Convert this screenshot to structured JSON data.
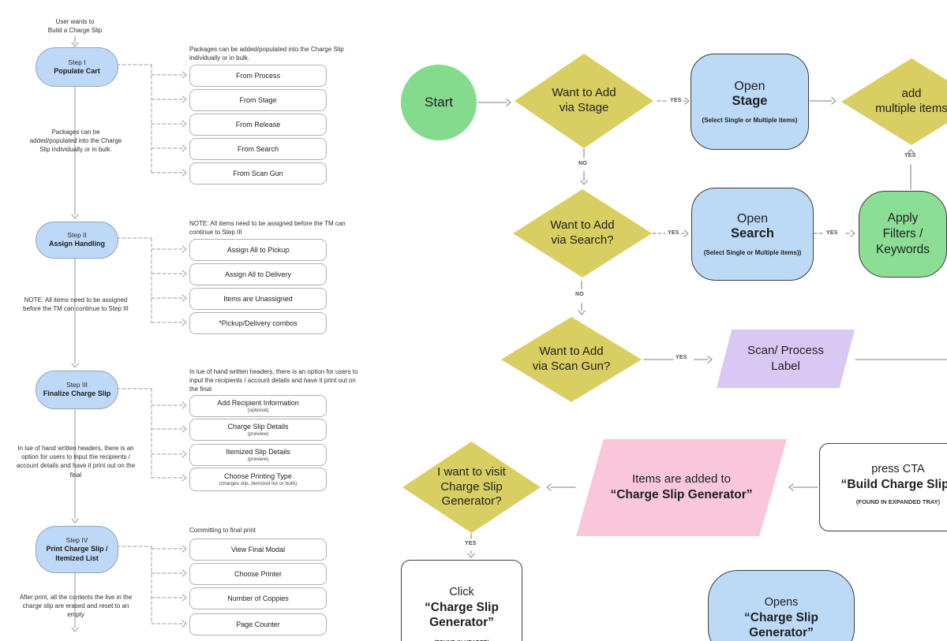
{
  "colors": {
    "light_blue": "#bed9f7",
    "flow_blue": "#bcd9f6",
    "green": "#84db8d",
    "apply_green": "#8bde94",
    "yellow": "#d9ce62",
    "purple": "#d9c8f3",
    "pink": "#f9c6da",
    "wire": "#9a9a9a"
  },
  "left": {
    "intro": {
      "line1": "User wants to",
      "line2": "Build a Charge Slip"
    },
    "steps": [
      {
        "title": "Step I",
        "name": "Populate Cart",
        "name2": "",
        "header_note": "Packages can be added/populated into the Charge Slip individually or in bulk.",
        "side_note": "Packages can be added/populated into the Charge Slip individually or in bulk.",
        "boxes": [
          {
            "label": "From Process",
            "sub": ""
          },
          {
            "label": "From Stage",
            "sub": ""
          },
          {
            "label": "From Release",
            "sub": ""
          },
          {
            "label": "From Search",
            "sub": ""
          },
          {
            "label": "From Scan Gun",
            "sub": ""
          }
        ]
      },
      {
        "title": "Step II",
        "name": "Assign Handling",
        "name2": "",
        "header_note": "NOTE:  All items need to be assigned  before the TM can continue to Step III",
        "side_note": "NOTE:  All items need to be assigned before the TM can continue to Step III",
        "boxes": [
          {
            "label": "Assign All to Pickup",
            "sub": ""
          },
          {
            "label": "Assign All to Delivery",
            "sub": ""
          },
          {
            "label": "Items are Unassigned",
            "sub": ""
          },
          {
            "label": "*Pickup/Delivery combos",
            "sub": ""
          }
        ]
      },
      {
        "title": "Step III",
        "name": "Finalize Charge Slip",
        "name2": "",
        "header_note": "In lue of hand written headers,  there is an option for users to input the recipients / account details and have it print out on the final",
        "side_note": "In lue of hand written headers,  there is an option for users to input the recipients / account details and have it print out on the final",
        "boxes": [
          {
            "label": "Add Recipient Information",
            "sub": "(optional)"
          },
          {
            "label": "Charge Slip Details",
            "sub": "(preview)"
          },
          {
            "label": "Itemized Slip Details",
            "sub": "(preview)"
          },
          {
            "label": "Choose Printing Type",
            "sub": "(charges slip, itemized list or both)"
          }
        ]
      },
      {
        "title": "Step IV",
        "name": "Print Charge Slip /",
        "name2": "Itemized List",
        "header_note": "Committing to final print",
        "side_note": "After print,  all the contents the live in the charge slip are erased and reset to an empty",
        "boxes": [
          {
            "label": "View Final Modal",
            "sub": ""
          },
          {
            "label": "Choose Printer",
            "sub": ""
          },
          {
            "label": "Number of Coppies",
            "sub": ""
          },
          {
            "label": "Page Counter",
            "sub": ""
          }
        ]
      }
    ]
  },
  "flow": {
    "yes": "YES",
    "no": "NO",
    "start": "Start",
    "d_stage": {
      "line1": "Want to Add",
      "line2": "via Stage"
    },
    "stage": {
      "line1": "Open",
      "line2": "Stage",
      "sub": "(Select Single or Multiple items)"
    },
    "d_add": {
      "line1": "add",
      "line2": "multiple items"
    },
    "d_search": {
      "line1": "Want to Add",
      "line2": "via Search?"
    },
    "search": {
      "line1": "Open",
      "line2": "Search",
      "sub": "(Select Single or Multiple items))"
    },
    "apply": {
      "line1": "Apply",
      "line2": "Filters /",
      "line3": "Keywords"
    },
    "d_scan": {
      "line1": "Want to Add",
      "line2": "via Scan Gun?"
    },
    "scan": {
      "line1": "Scan/ Process",
      "line2": "Label"
    },
    "d_visit": {
      "line1": "I want to visit",
      "line2": "Charge Slip",
      "line3": "Generator?"
    },
    "added": {
      "line1": "Items are added to",
      "line2": "“Charge Slip Generator”"
    },
    "cta": {
      "line1": "press CTA",
      "line2": "“Build Charge Slip”",
      "sub": "(FOUND IN EXPANDED TRAY)"
    },
    "click": {
      "line1": "Click",
      "line2": "“Charge Slip",
      "line3": "Generator”",
      "sub": "(FOUND IN HEADER)"
    },
    "opens": {
      "line1": "Opens",
      "line2": "“Charge Slip",
      "line3": "Generator”"
    }
  }
}
